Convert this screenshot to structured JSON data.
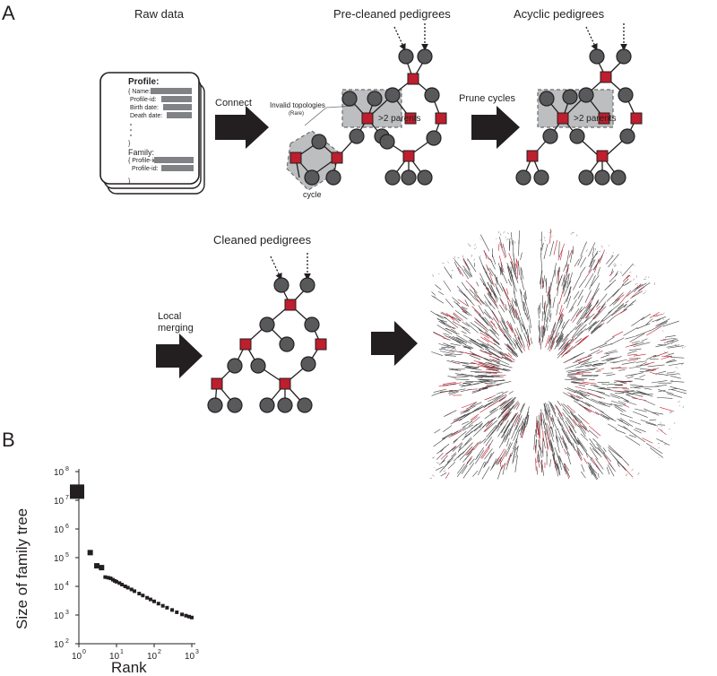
{
  "panels": {
    "a": "A",
    "b": "B"
  },
  "pipeline": {
    "raw_data": "Raw data",
    "pre_cleaned": "Pre-cleaned pedigrees",
    "acyclic": "Acyclic pedigrees",
    "cleaned": "Cleaned pedigrees",
    "connect": "Connect",
    "prune_cycles": "Prune cycles",
    "local_merging_1": "Local",
    "local_merging_2": "merging"
  },
  "annotations": {
    "invalid_topologies": "Invalid topologies",
    "rare": "(Rare)",
    "more_parents": ">2 parents",
    "cycle": "cycle"
  },
  "raw_card": {
    "profile_title": "Profile:",
    "name": "{ Name:",
    "profile_id": "Profile-id:",
    "birth_date": "Birth date:",
    "death_date": "Death date:",
    "brace_close": "}",
    "family_title": "Family:",
    "fam_profile_id_1": "{ Profile-id:",
    "fam_profile_id_2": "Profile-id:",
    "end_brace": "}"
  },
  "chart_data": {
    "type": "scatter",
    "xlabel": "Rank",
    "ylabel": "Size of family tree",
    "x_scale": "log",
    "y_scale": "log",
    "xlim": [
      1,
      1000
    ],
    "ylim": [
      100,
      100000000
    ],
    "x_ticks": [
      {
        "base": "10",
        "exp": "0"
      },
      {
        "base": "10",
        "exp": "1"
      },
      {
        "base": "10",
        "exp": "2"
      },
      {
        "base": "10",
        "exp": "3"
      }
    ],
    "y_ticks": [
      {
        "base": "10",
        "exp": "2"
      },
      {
        "base": "10",
        "exp": "3"
      },
      {
        "base": "10",
        "exp": "4"
      },
      {
        "base": "10",
        "exp": "5"
      },
      {
        "base": "10",
        "exp": "6"
      },
      {
        "base": "10",
        "exp": "7"
      },
      {
        "base": "10",
        "exp": "8"
      }
    ],
    "points": [
      [
        1,
        20000000
      ],
      [
        2,
        150000
      ],
      [
        3,
        52000
      ],
      [
        4,
        45000
      ],
      [
        5,
        21000
      ],
      [
        6,
        20000
      ],
      [
        7,
        19000
      ],
      [
        8,
        17000
      ],
      [
        9,
        15500
      ],
      [
        10,
        14500
      ],
      [
        12,
        13000
      ],
      [
        14,
        11500
      ],
      [
        17,
        10000
      ],
      [
        20,
        9000
      ],
      [
        25,
        7800
      ],
      [
        30,
        6800
      ],
      [
        40,
        5600
      ],
      [
        50,
        4800
      ],
      [
        65,
        4000
      ],
      [
        80,
        3500
      ],
      [
        100,
        3000
      ],
      [
        130,
        2500
      ],
      [
        170,
        2100
      ],
      [
        220,
        1800
      ],
      [
        300,
        1500
      ],
      [
        400,
        1250
      ],
      [
        550,
        1050
      ],
      [
        700,
        950
      ],
      [
        850,
        880
      ],
      [
        1000,
        820
      ]
    ]
  }
}
